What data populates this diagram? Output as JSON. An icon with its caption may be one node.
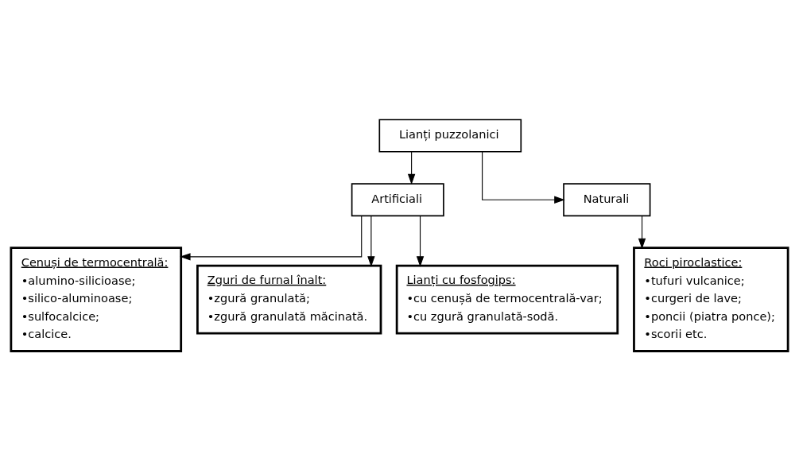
{
  "diagram": {
    "nodes": [
      {
        "text": [
          "Lianți puzzolanici"
        ]
      },
      {
        "text": [
          "Artificiali"
        ]
      },
      {
        "text": [
          "Naturali"
        ]
      },
      {
        "text": [
          "Cenuși de termocentrală:",
          "•alumino-silicioase;",
          "•silico-aluminoase;",
          "•sulfocalcice;",
          "•calcice."
        ]
      },
      {
        "text": [
          "Zguri de furnal înalt:",
          "•zgură granulată;",
          "•zgură granulată măcinată."
        ]
      },
      {
        "text": [
          "Lianți cu fosfogips:",
          "•cu cenușă de termocentrală-var;",
          "•cu zgură granulată-sodă."
        ]
      },
      {
        "text": [
          "Roci piroclastice:",
          "•tufuri vulcanice;",
          "•curgeri de lave;",
          "•poncii (piatra ponce);",
          "•scorii etc."
        ]
      }
    ],
    "edges": [
      {
        "from": 0,
        "to": 1,
        "arrow": "to"
      },
      {
        "from": 0,
        "to": 2,
        "arrow": "to"
      },
      {
        "from": 1,
        "to": 3,
        "arrow": "to"
      },
      {
        "from": 1,
        "to": 4,
        "arrow": "to"
      },
      {
        "from": 1,
        "to": 5,
        "arrow": "to"
      },
      {
        "from": 2,
        "to": 6,
        "arrow": "to"
      }
    ]
  }
}
